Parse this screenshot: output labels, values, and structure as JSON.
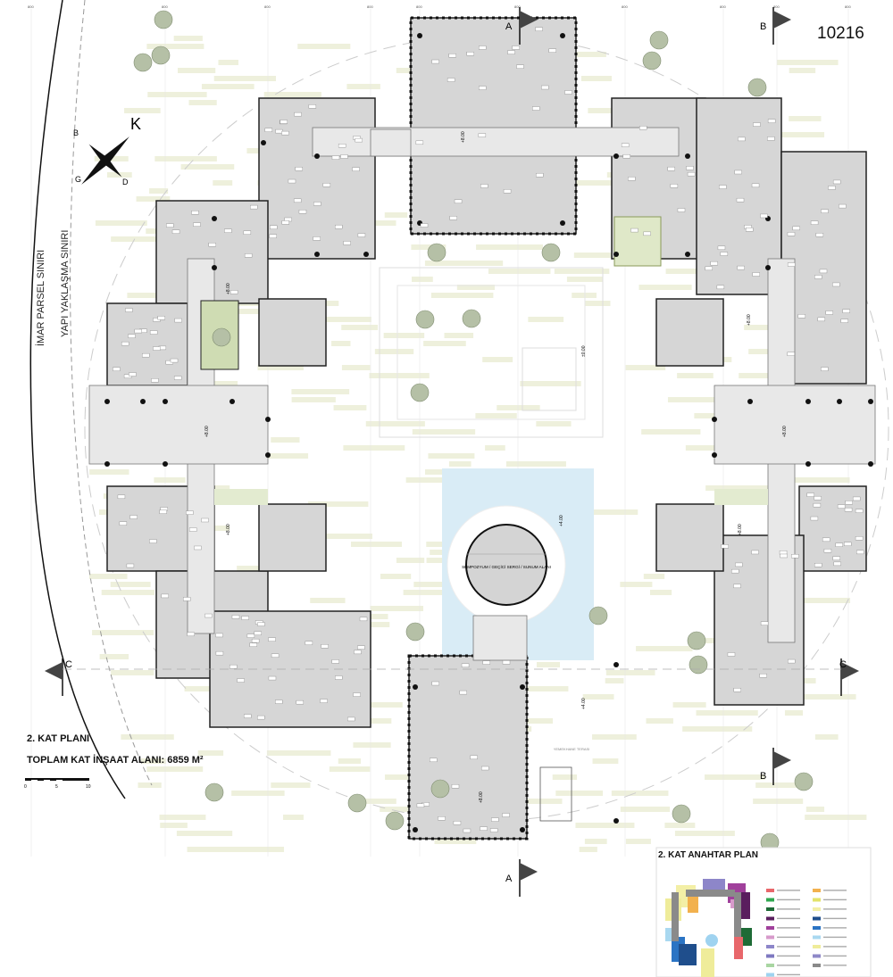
{
  "sheet_number": "10216",
  "plan": {
    "title": "2. KAT PLANI",
    "total_area": "TOPLAM KAT İNŞAAT ALANI: 6859 M²",
    "scale_labels": [
      "0",
      "5",
      "10"
    ]
  },
  "boundaries": {
    "parcel": "İMAR PARSEL SINIRI",
    "setback": "YAPI YAKLAŞMA SINIRI"
  },
  "compass": {
    "north": "K",
    "east": "D",
    "south": "G",
    "west": "B"
  },
  "sections": {
    "a": "A",
    "b": "B",
    "c": "C"
  },
  "grid_label": "800",
  "spaces": {
    "symposium": "SEMPOZYUM / GEÇİCİ SERGİ / SUNUM ALANI",
    "terrace": "YEMEKHANE TERASI"
  },
  "elevations": {
    "floor": "+8.00",
    "symposium": "+4.00",
    "ground": "±0.00",
    "terrace": "+4.00"
  },
  "key_plan": {
    "title": "2. KAT ANAHTAR PLAN",
    "legend_colors": [
      "#e8676b",
      "#f2b14e",
      "#2fa84f",
      "#e3e36a",
      "#1e6b36",
      "#f3efa6",
      "#5a1e5e",
      "#1f4e8c",
      "#a0409b",
      "#2b74c4",
      "#d79acb",
      "#a9d8f0",
      "#8d86c9",
      "#efec9a",
      "#7e78c0",
      "#8f89c8",
      "#a9d6a2",
      "#8a8a8a",
      "#9fd3f0"
    ]
  }
}
